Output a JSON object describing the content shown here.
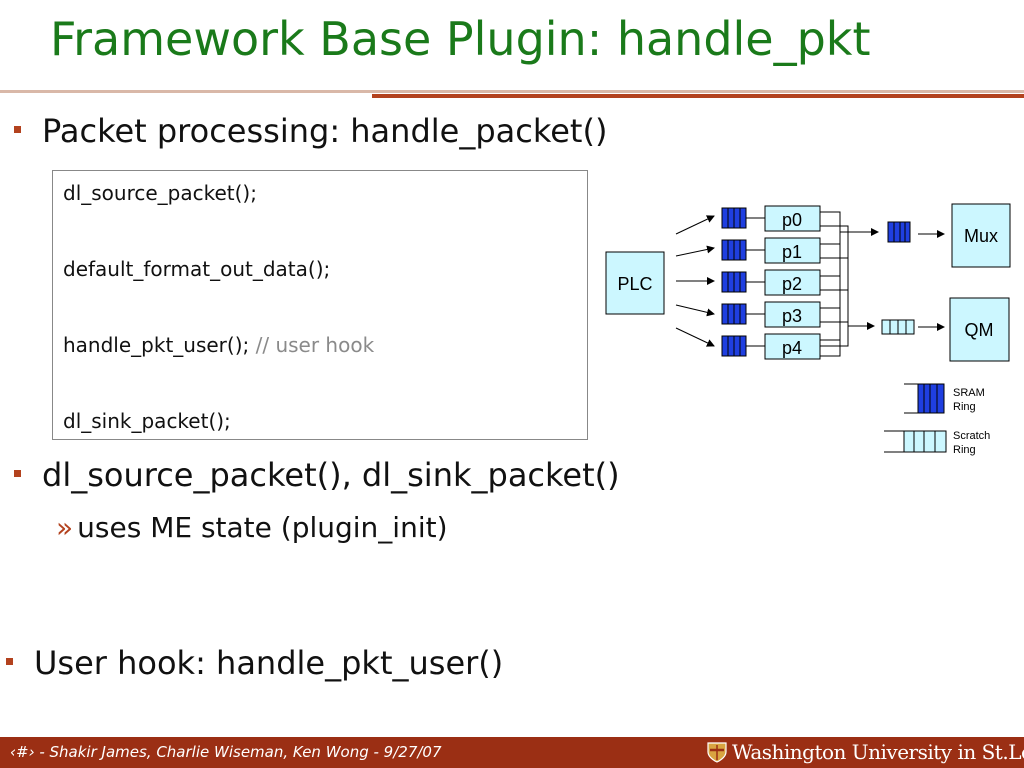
{
  "slide": {
    "title": "Framework Base Plugin: handle_pkt",
    "bullets": [
      {
        "text": "Packet processing: handle_packet()"
      },
      {
        "text": "dl_source_packet(), dl_sink_packet()"
      },
      {
        "text": "User hook: handle_pkt_user()"
      }
    ],
    "sub_bullets": [
      {
        "mark": "»",
        "text": "uses ME state (plugin_init)"
      }
    ]
  },
  "code": {
    "lines": [
      {
        "text": "dl_source_packet();"
      },
      {
        "text": "default_format_out_data();"
      },
      {
        "text": "handle_pkt_user(); ",
        "comment": "// user hook"
      },
      {
        "text": "dl_sink_packet();"
      }
    ]
  },
  "diagram": {
    "plc_label": "PLC",
    "ports": [
      "p0",
      "p1",
      "p2",
      "p3",
      "p4"
    ],
    "mux_label": "Mux",
    "qm_label": "QM",
    "legend": [
      {
        "line1": "SRAM",
        "line2": "Ring"
      },
      {
        "line1": "Scratch",
        "line2": "Ring"
      }
    ]
  },
  "footer": {
    "text": "‹#› - Shakir James, Charlie Wiseman, Ken Wong - 9/27/07",
    "university": "Washington University in St.Louis"
  },
  "colors": {
    "title": "#1a7a1a",
    "accent": "#b3421e",
    "footer_bg": "#9b2f14",
    "box_fill": "#ccf7ff",
    "sram_fill": "#1f3fe0"
  }
}
